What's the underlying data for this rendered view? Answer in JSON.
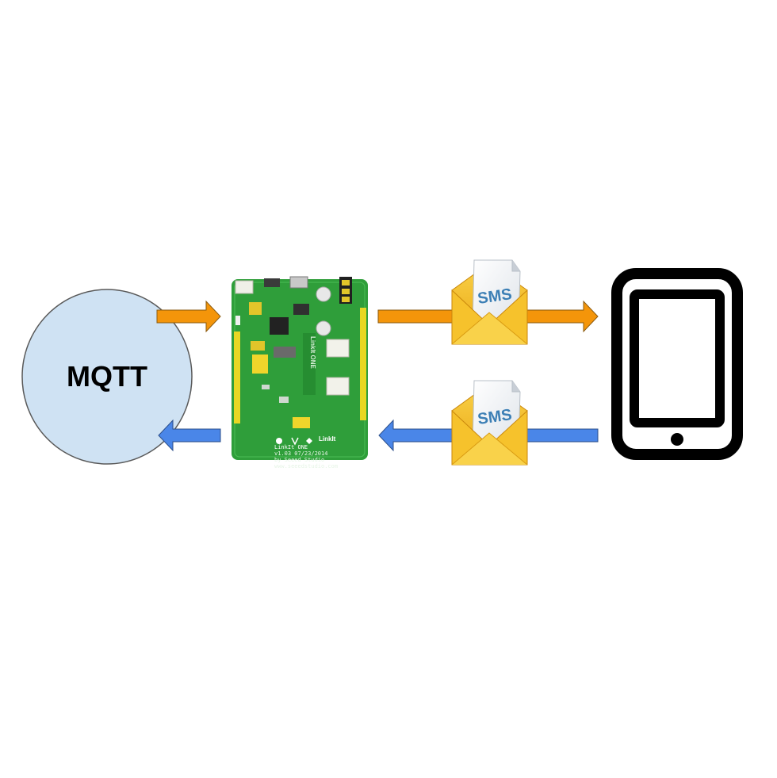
{
  "nodes": {
    "mqtt": {
      "label": "MQTT"
    },
    "board": {
      "model": "LinkIt ONE",
      "version": "v1.03 07/23/2014",
      "maker": "by Seeed Studio",
      "url": "www.seeedstudio.com",
      "brand": "LinkIt",
      "vertical_label": "LinkIt ONE"
    },
    "envelope_top": {
      "label": "SMS"
    },
    "envelope_bottom": {
      "label": "SMS"
    },
    "phone": {}
  },
  "colors": {
    "mqtt_fill": "#cfe2f3",
    "mqtt_stroke": "#595959",
    "arrow_orange": "#f4950a",
    "arrow_blue": "#4a86e8",
    "board_green": "#2f9e3a",
    "envelope_yellow": "#f2b319",
    "sms_blue": "#3c7fb5",
    "phone_black": "#000000"
  },
  "edges": [
    {
      "from": "mqtt",
      "to": "board",
      "color": "orange"
    },
    {
      "from": "board",
      "to": "phone",
      "color": "orange",
      "via": "envelope_top"
    },
    {
      "from": "phone",
      "to": "board",
      "color": "blue",
      "via": "envelope_bottom"
    },
    {
      "from": "board",
      "to": "mqtt",
      "color": "blue"
    }
  ]
}
